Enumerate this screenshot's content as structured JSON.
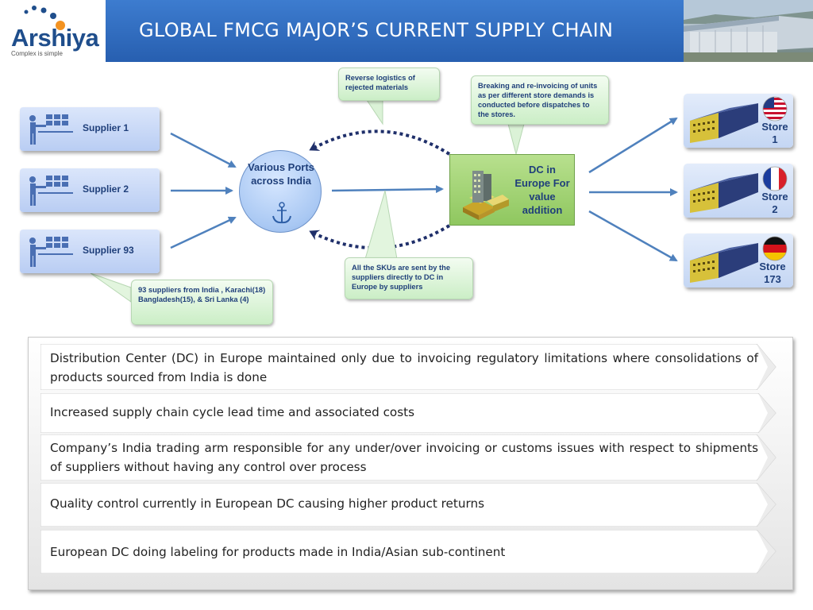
{
  "header": {
    "logo_text": "Arshiya",
    "logo_tagline": "Complex is simple",
    "title": "GLOBAL FMCG MAJOR’S CURRENT SUPPLY CHAIN"
  },
  "suppliers": [
    {
      "label": "Supplier 1"
    },
    {
      "label": "Supplier 2"
    },
    {
      "label": "Supplier 93"
    }
  ],
  "callouts": {
    "reverse_logistics": "Reverse logistics of rejected materials",
    "reinvoicing": "Breaking and re-invoicing of units as per different store demands is conducted before dispatches to the stores.",
    "skus_sent": "All the SKUs are sent by the suppliers directly to DC in Europe by suppliers",
    "supplier_origin": "93 suppliers from India , Karachi(18) Bangladesh(15), & Sri Lanka (4)"
  },
  "ports": {
    "label": "Various Ports across India"
  },
  "dc": {
    "label": "DC in Europe For value addition"
  },
  "stores": [
    {
      "label": "Store 1",
      "flag": "usa-flag-icon"
    },
    {
      "label": "Store 2",
      "flag": "france-flag-icon"
    },
    {
      "label": "Store 173",
      "flag": "germany-flag-icon"
    }
  ],
  "bullets": [
    "Distribution Center (DC) in Europe maintained only due to invoicing regulatory limitations where consolidations of products sourced from India is done",
    "Increased supply chain cycle lead time and associated costs",
    "Company’s India trading arm responsible for any under/over invoicing or customs issues with respect to shipments of suppliers without having any control over process",
    "Quality control currently in European DC causing higher product returns",
    "European DC doing labeling for products made in India/Asian sub-continent"
  ],
  "colors": {
    "title_bar": "#2f6cc0",
    "dark_blue_text": "#1f3f7a",
    "dc_green": "#9ccf6c",
    "arrow_blue": "#4f81bd"
  }
}
